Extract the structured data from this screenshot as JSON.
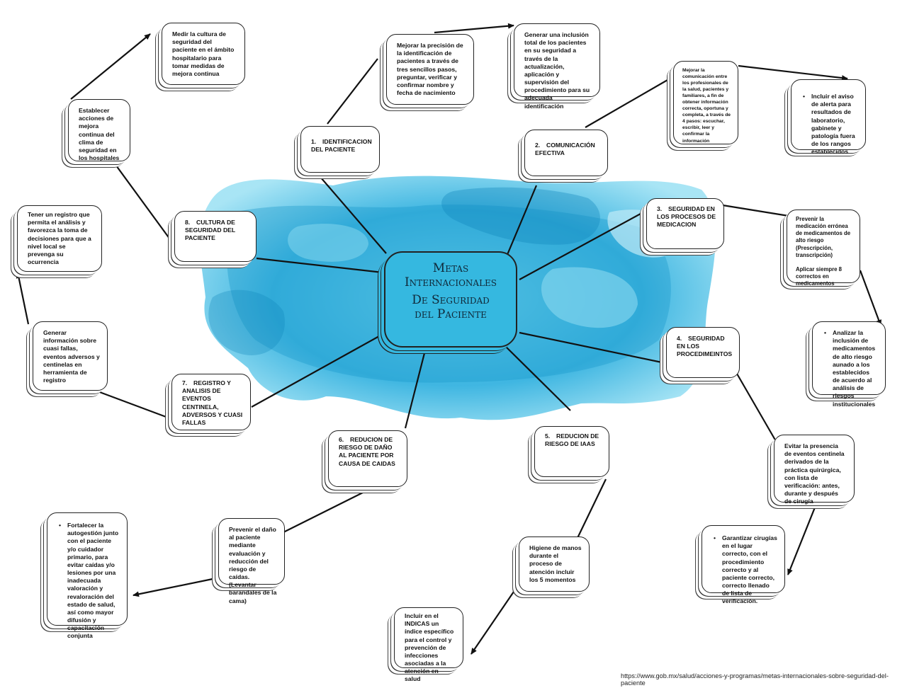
{
  "central": {
    "line1": "Metas",
    "line2": "Internacionales",
    "line3": "De Seguridad",
    "line4": "del Paciente"
  },
  "goals": [
    {
      "num": "1.",
      "label": "IDENTIFICACION DEL PACIENTE"
    },
    {
      "num": "2.",
      "label": "COMUNICACIÓN EFECTIVA"
    },
    {
      "num": "3.",
      "label": "SEGURIDAD EN LOS PROCESOS DE MEDICACION"
    },
    {
      "num": "4.",
      "label": "SEGURIDAD EN LOS PROCEDIMEINTOS"
    },
    {
      "num": "5.",
      "label": "REDUCION DE RIESGO DE IAAS"
    },
    {
      "num": "6.",
      "label": "REDUCION DE RIESGO DE DAÑO AL PACIENTE POR CAUSA DE CAIDAS"
    },
    {
      "num": "7.",
      "label": "REGISTRO Y ANALISIS DE EVENTOS CENTINELA, ADVERSOS Y CUASI FALLAS"
    },
    {
      "num": "8.",
      "label": "CULTURA DE SEGURIDAD DEL PACIENTE"
    }
  ],
  "details": {
    "identificacion_precision": "Mejorar la precisión de la identificación de pacientes a través de tres sencillos pasos, preguntar, verificar y confirmar nombre y fecha de nacimiento",
    "identificacion_inclusion": "Generar una inclusión total de los pacientes en su seguridad a través de la actualización, aplicación y supervisión del procedimiento para su adecuada identificación",
    "comunicacion_mejorar": "Mejorar la comunicación entre los profesionales de la salud, pacientes y familiares, a fin de obtener información correcta, oportuna y completa, a través de 4 pasos: escuchar, escribir, leer y confirmar la información",
    "comunicacion_aviso": "Incluir el aviso de alerta para resultados de laboratorio, gabinete y patología fuera de los rangos establecidos",
    "medicacion_prevenir": "Prevenir la medicación errónea de medicamentos de alto riesgo (Prescripción, transcripción)",
    "medicacion_aplicar": "Aplicar siempre 8 correctos en medicamentos",
    "medicacion_analizar": "Analizar la inclusión de medicamentos de alto riesgo aunado a los establecidos de acuerdo al análisis de riesgos institucionales",
    "procedimientos_evitar": "Evitar la presencia de eventos centinela derivados de la práctica quirúrgica, con lista de verificación: antes, durante y después de cirugía",
    "procedimientos_garantizar": "Garantizar cirugías en el lugar correcto, con el procedimiento correcto y al paciente correcto, correcto llenado de lista de verificación.",
    "iaas_higiene": "Higiene de manos durante el proceso de atención incluir los 5 momentos",
    "iaas_indicas": "Incluir en el INDICAS un índice específico para el control y prevención de infecciones asociadas a la atención en salud",
    "caidas_prevenir": "Prevenir el daño al paciente mediante evaluación y reducción del riesgo de caídas. (Levantar barandales de la cama)",
    "caidas_fortalecer": "Fortalecer la autogestión junto con el paciente y/o cuidador primario, para evitar caídas y/o lesiones por una inadecuada valoración y revaloración del estado de salud, así como mayor difusión y capacitación conjunta",
    "registro_generar": "Generar información sobre cuasi fallas, eventos adversos y centinelas en herramienta de registro",
    "registro_tener": "Tener un registro que permita el análisis y favorezca la toma de decisiones para que a nivel local se prevenga su ocurrencia",
    "cultura_establecer": "Establecer acciones de mejora continua del clima de seguridad en los hospitales",
    "cultura_medir": "Medir la cultura de seguridad del paciente en el ámbito hospitalario para tomar medidas de mejora continua"
  },
  "source_url": "https://www.gob.mx/salud/acciones-y-programas/metas-internacionales-sobre-seguridad-del-paciente",
  "colors": {
    "splash": "#35b8e0",
    "splash_dark": "#1494c8",
    "line": "#111111"
  }
}
